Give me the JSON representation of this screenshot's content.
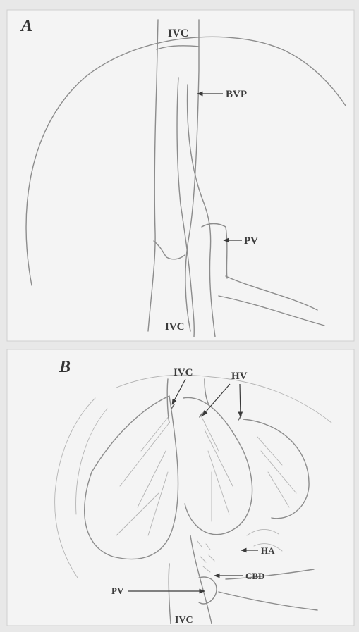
{
  "panel_a": {
    "letter": "A",
    "labels": {
      "ivc_top": "IVC",
      "bvp": "BVP",
      "pv": "PV",
      "ivc_bottom": "IVC"
    }
  },
  "panel_b": {
    "letter": "B",
    "labels": {
      "ivc_top": "IVC",
      "hv": "HV",
      "ha": "HA",
      "cbd": "CBD",
      "pv": "PV",
      "ivc_bottom": "IVC"
    }
  }
}
